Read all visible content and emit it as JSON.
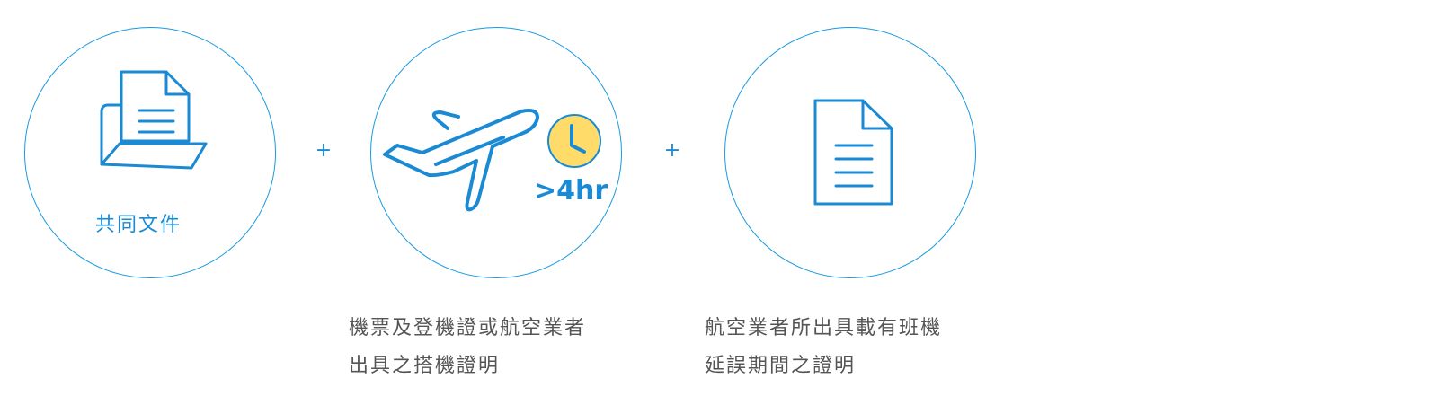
{
  "step1": {
    "label": "共同文件",
    "icon": "folder-document-icon"
  },
  "plus_sign": "+",
  "step2": {
    "icon": "airplane-icon",
    "delay_label": ">4hr",
    "clock_icon": "clock-icon",
    "caption_lines": [
      "機票及登機證或航空業者",
      "出具之搭機證明"
    ]
  },
  "step3": {
    "icon": "document-icon",
    "caption_lines": [
      "航空業者所出具載有班機",
      "延誤期間之證明"
    ]
  },
  "colors": {
    "accent": "#1a8ad4",
    "clock": "#ffdc6a",
    "text": "#555555"
  }
}
